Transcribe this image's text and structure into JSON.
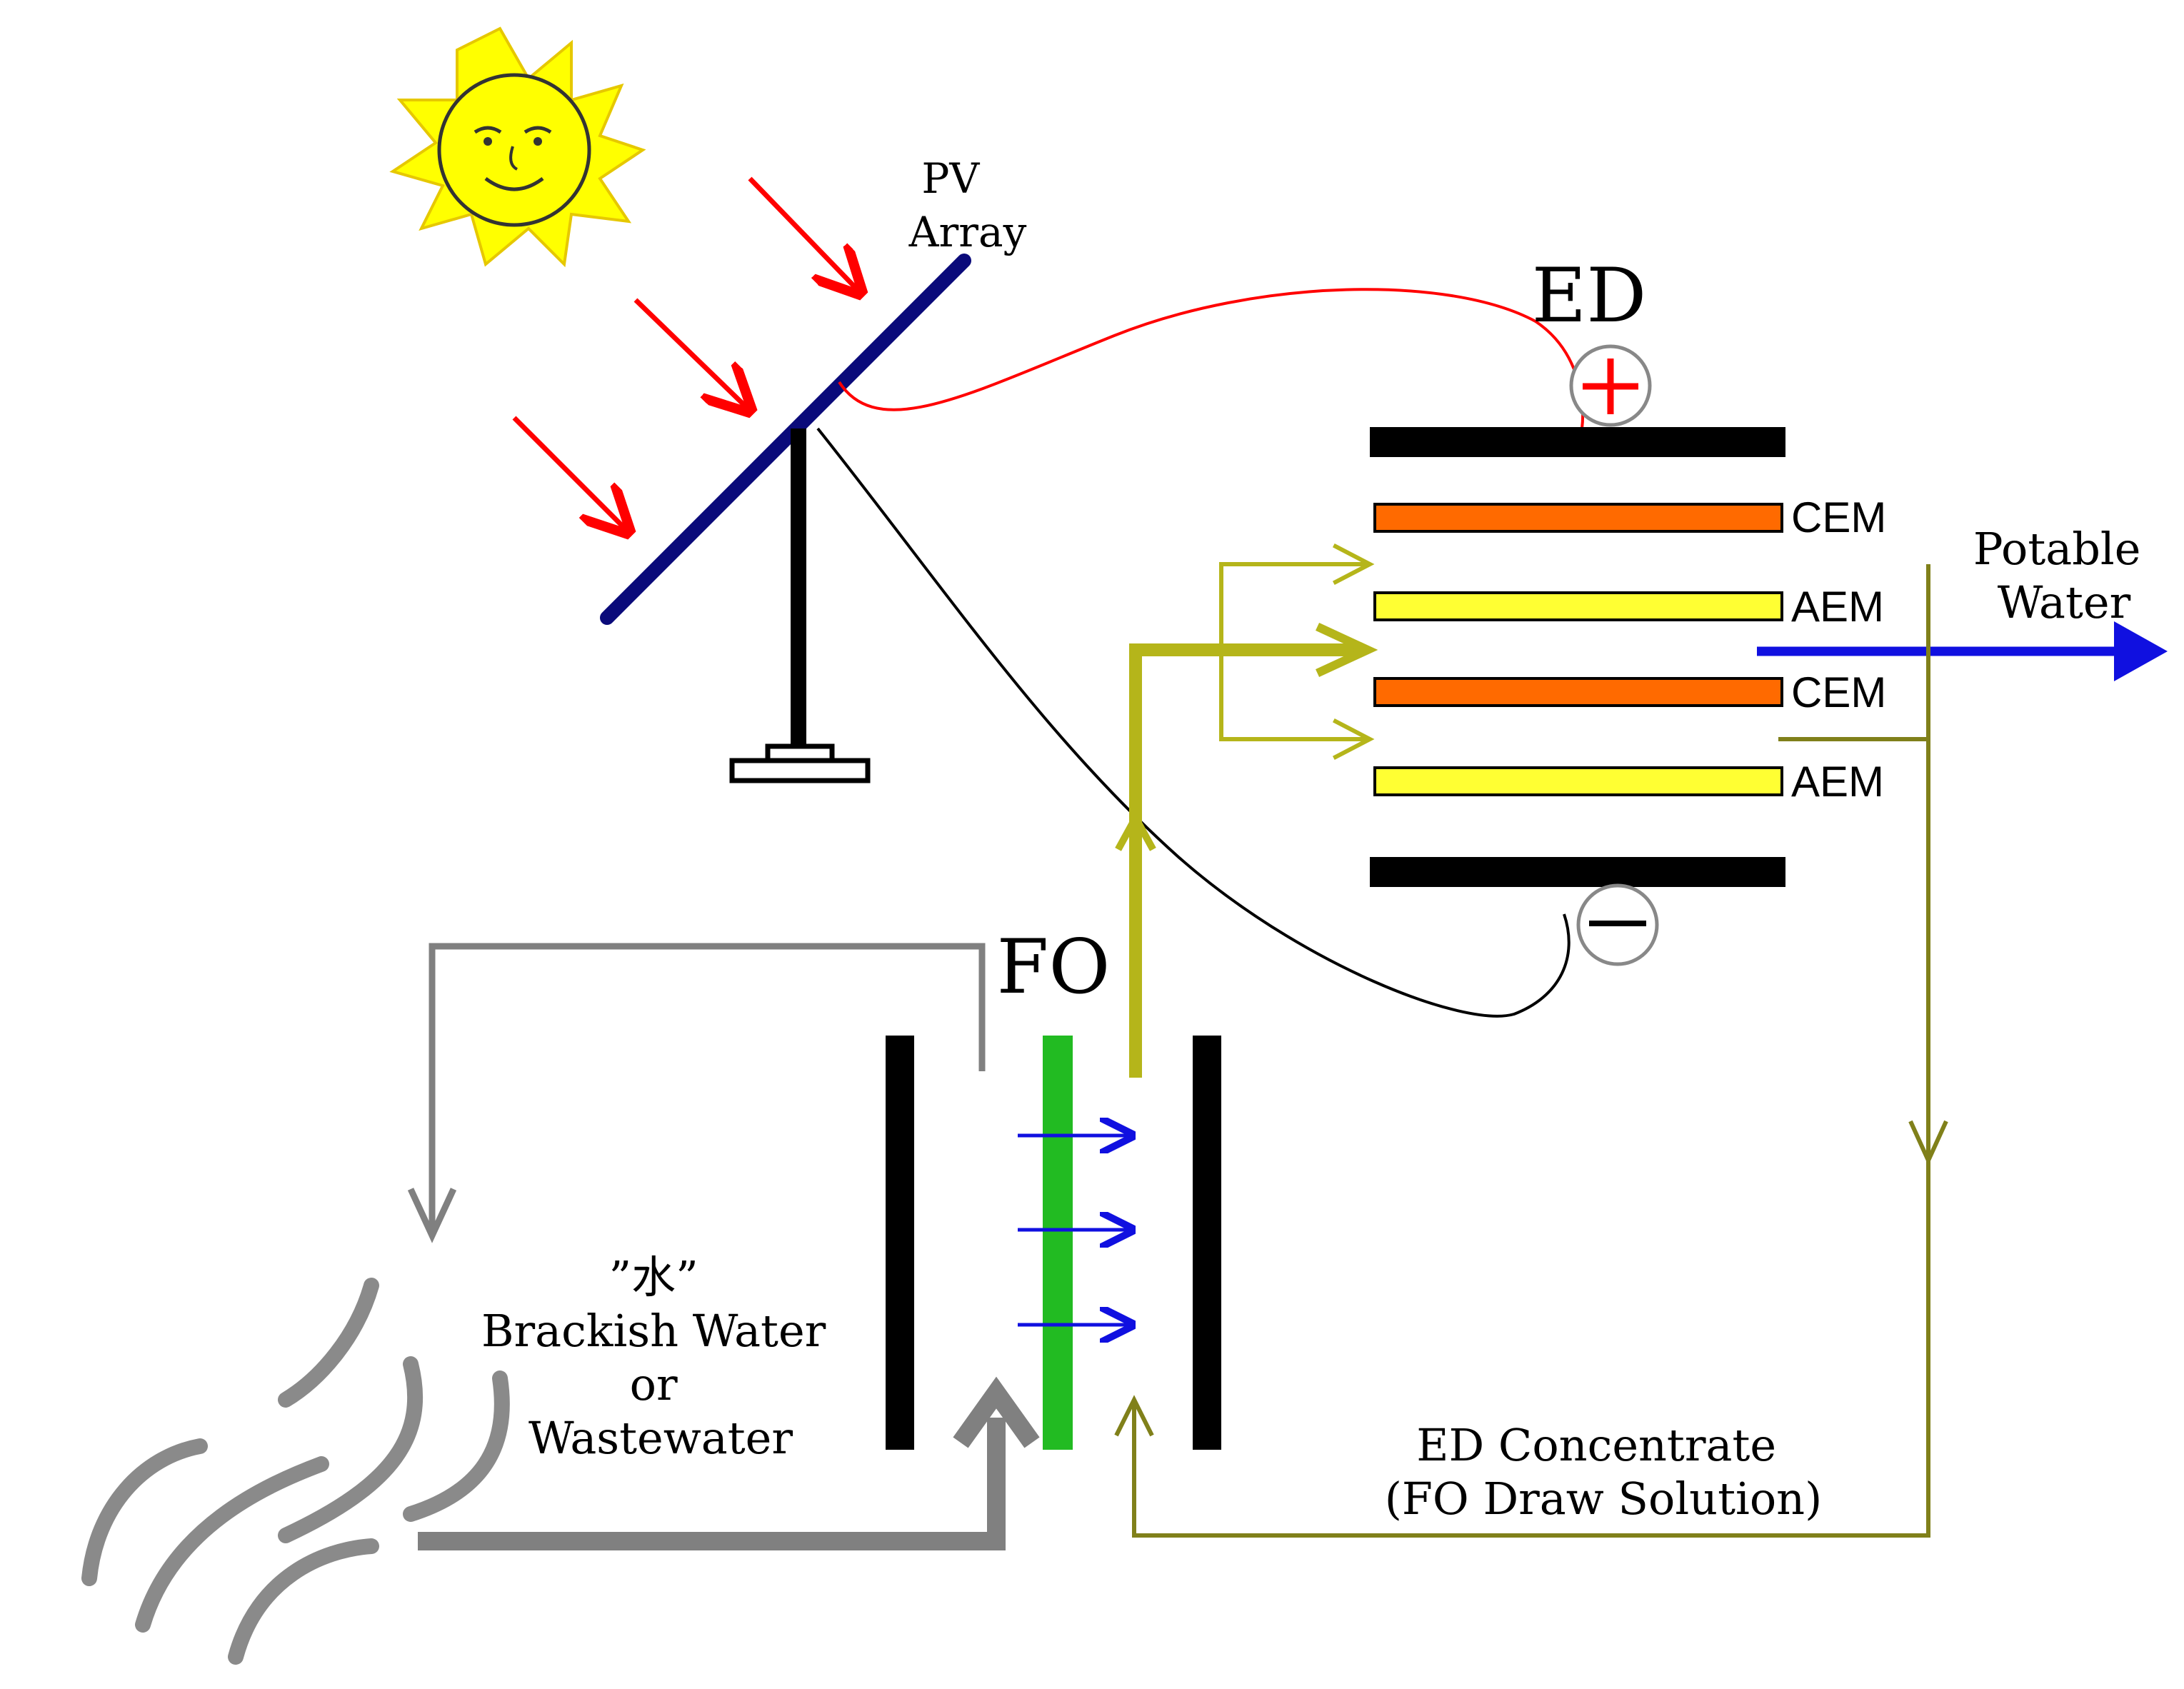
{
  "labels": {
    "pv": [
      "PV",
      "Array"
    ],
    "ed": "ED",
    "fo": "FO",
    "potable": [
      "Potable",
      "Water"
    ],
    "feed": [
      "”水”",
      "Brackish Water",
      "or",
      "Wastewater"
    ],
    "concentrate": [
      "ED Concentrate",
      "(FO Draw Solution)"
    ],
    "plus": "+",
    "minus": "−"
  },
  "membranes": [
    {
      "label": "CEM",
      "kind": "cation-exchange"
    },
    {
      "label": "AEM",
      "kind": "anion-exchange"
    },
    {
      "label": "CEM",
      "kind": "cation-exchange"
    },
    {
      "label": "AEM",
      "kind": "anion-exchange"
    }
  ],
  "colors": {
    "cem": "#ff6a00",
    "aem": "#ffff33",
    "electrode": "#000000",
    "pv_panel": "#0a0a7a",
    "sunray": "#ff0000",
    "wire_positive": "#ff0000",
    "wire_negative": "#000000",
    "feed_flow": "#808080",
    "draw_flow": "#b5b51a",
    "concentrate_flow": "#80801a",
    "potable_flow": "#1010e0",
    "fo_membrane": "#22bb22",
    "water_flux": "#1010e0",
    "sun": "#ffff00"
  },
  "icons": [
    "sun-icon",
    "ray-arrow-icon",
    "pv-panel-icon",
    "plus-terminal-icon",
    "minus-terminal-icon",
    "water-wave-icon"
  ]
}
